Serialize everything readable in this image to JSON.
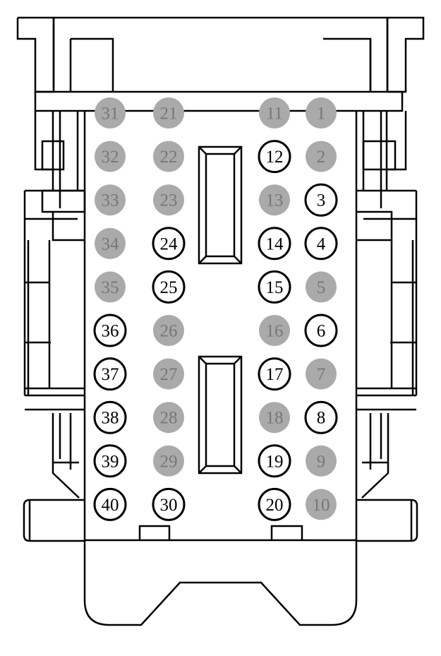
{
  "colors": {
    "outline": "#000000",
    "background": "#ffffff",
    "populated_fill": "#aaaaaa",
    "populated_text": "#777777",
    "empty_fill": "#ffffff",
    "empty_text": "#000000"
  },
  "pins": [
    {
      "n": "1",
      "col": "c1",
      "row": 0,
      "state": "populated"
    },
    {
      "n": "2",
      "col": "c1",
      "row": 1,
      "state": "populated"
    },
    {
      "n": "3",
      "col": "c1",
      "row": 2,
      "state": "empty"
    },
    {
      "n": "4",
      "col": "c1",
      "row": 3,
      "state": "empty"
    },
    {
      "n": "5",
      "col": "c1",
      "row": 4,
      "state": "populated"
    },
    {
      "n": "6",
      "col": "c1",
      "row": 5,
      "state": "empty"
    },
    {
      "n": "7",
      "col": "c1",
      "row": 6,
      "state": "populated"
    },
    {
      "n": "8",
      "col": "c1",
      "row": 7,
      "state": "empty"
    },
    {
      "n": "9",
      "col": "c1",
      "row": 8,
      "state": "populated"
    },
    {
      "n": "10",
      "col": "c1",
      "row": 9,
      "state": "populated"
    },
    {
      "n": "11",
      "col": "c2",
      "row": 0,
      "state": "populated"
    },
    {
      "n": "12",
      "col": "c2",
      "row": 1,
      "state": "empty"
    },
    {
      "n": "13",
      "col": "c2",
      "row": 2,
      "state": "populated"
    },
    {
      "n": "14",
      "col": "c2",
      "row": 3,
      "state": "empty"
    },
    {
      "n": "15",
      "col": "c2",
      "row": 4,
      "state": "empty"
    },
    {
      "n": "16",
      "col": "c2",
      "row": 5,
      "state": "populated"
    },
    {
      "n": "17",
      "col": "c2",
      "row": 6,
      "state": "empty"
    },
    {
      "n": "18",
      "col": "c2",
      "row": 7,
      "state": "populated"
    },
    {
      "n": "19",
      "col": "c2",
      "row": 8,
      "state": "empty"
    },
    {
      "n": "20",
      "col": "c2",
      "row": 9,
      "state": "empty"
    },
    {
      "n": "21",
      "col": "c3",
      "row": 0,
      "state": "populated"
    },
    {
      "n": "22",
      "col": "c3",
      "row": 1,
      "state": "populated"
    },
    {
      "n": "23",
      "col": "c3",
      "row": 2,
      "state": "populated"
    },
    {
      "n": "24",
      "col": "c3",
      "row": 3,
      "state": "empty"
    },
    {
      "n": "25",
      "col": "c3",
      "row": 4,
      "state": "empty"
    },
    {
      "n": "26",
      "col": "c3",
      "row": 5,
      "state": "populated"
    },
    {
      "n": "27",
      "col": "c3",
      "row": 6,
      "state": "populated"
    },
    {
      "n": "28",
      "col": "c3",
      "row": 7,
      "state": "populated"
    },
    {
      "n": "29",
      "col": "c3",
      "row": 8,
      "state": "populated"
    },
    {
      "n": "30",
      "col": "c3",
      "row": 9,
      "state": "empty"
    },
    {
      "n": "31",
      "col": "c4",
      "row": 0,
      "state": "populated"
    },
    {
      "n": "32",
      "col": "c4",
      "row": 1,
      "state": "populated"
    },
    {
      "n": "33",
      "col": "c4",
      "row": 2,
      "state": "populated"
    },
    {
      "n": "34",
      "col": "c4",
      "row": 3,
      "state": "populated"
    },
    {
      "n": "35",
      "col": "c4",
      "row": 4,
      "state": "populated"
    },
    {
      "n": "36",
      "col": "c4",
      "row": 5,
      "state": "empty"
    },
    {
      "n": "37",
      "col": "c4",
      "row": 6,
      "state": "empty"
    },
    {
      "n": "38",
      "col": "c4",
      "row": 7,
      "state": "empty"
    },
    {
      "n": "39",
      "col": "c4",
      "row": 8,
      "state": "empty"
    },
    {
      "n": "40",
      "col": "c4",
      "row": 9,
      "state": "empty"
    }
  ]
}
